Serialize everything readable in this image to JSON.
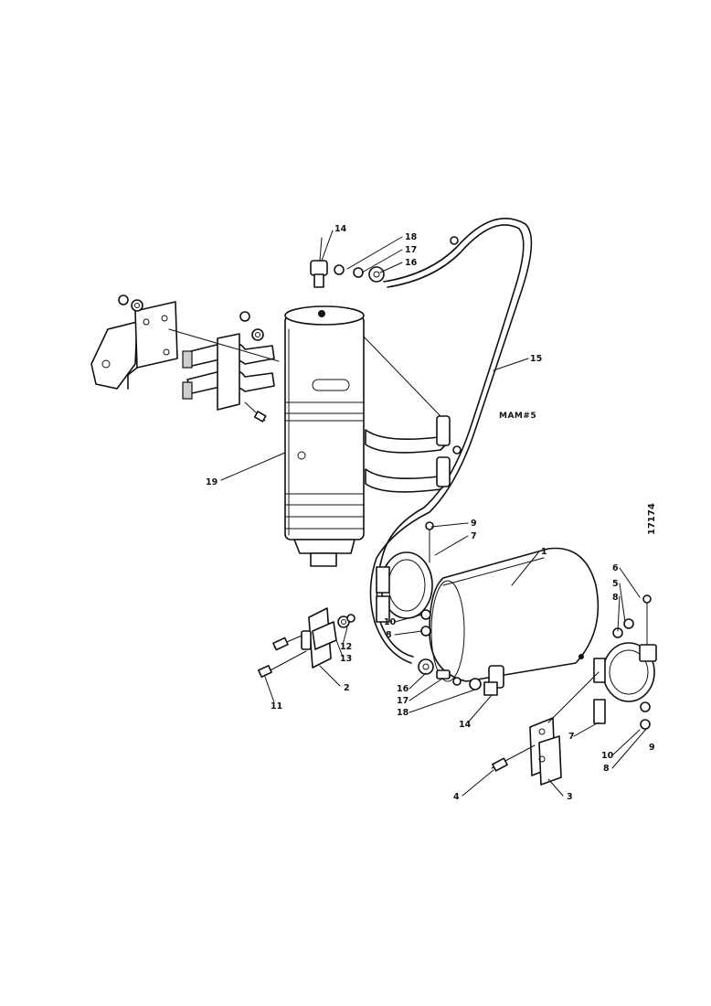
{
  "diagram": {
    "figure_number": "17174",
    "hose_label": "MAM#5",
    "callouts": [
      {
        "id": "c-14a",
        "text": "14"
      },
      {
        "id": "c-18a",
        "text": "18"
      },
      {
        "id": "c-17a",
        "text": "17"
      },
      {
        "id": "c-16a",
        "text": "16"
      },
      {
        "id": "c-15",
        "text": "15"
      },
      {
        "id": "c-19",
        "text": "19"
      },
      {
        "id": "c-9a",
        "text": "9"
      },
      {
        "id": "c-7a",
        "text": "7"
      },
      {
        "id": "c-1",
        "text": "1"
      },
      {
        "id": "c-6",
        "text": "6"
      },
      {
        "id": "c-5",
        "text": "5"
      },
      {
        "id": "c-8a",
        "text": "8"
      },
      {
        "id": "c-10a",
        "text": "10"
      },
      {
        "id": "c-8b",
        "text": "8"
      },
      {
        "id": "c-12",
        "text": "12"
      },
      {
        "id": "c-13",
        "text": "13"
      },
      {
        "id": "c-16b",
        "text": "16"
      },
      {
        "id": "c-17b",
        "text": "17"
      },
      {
        "id": "c-18b",
        "text": "18"
      },
      {
        "id": "c-14b",
        "text": "14"
      },
      {
        "id": "c-11",
        "text": "11"
      },
      {
        "id": "c-2",
        "text": "2"
      },
      {
        "id": "c-7b",
        "text": "7"
      },
      {
        "id": "c-10b",
        "text": "10"
      },
      {
        "id": "c-8c",
        "text": "8"
      },
      {
        "id": "c-9b",
        "text": "9"
      },
      {
        "id": "c-4",
        "text": "4"
      },
      {
        "id": "c-3",
        "text": "3"
      }
    ]
  }
}
